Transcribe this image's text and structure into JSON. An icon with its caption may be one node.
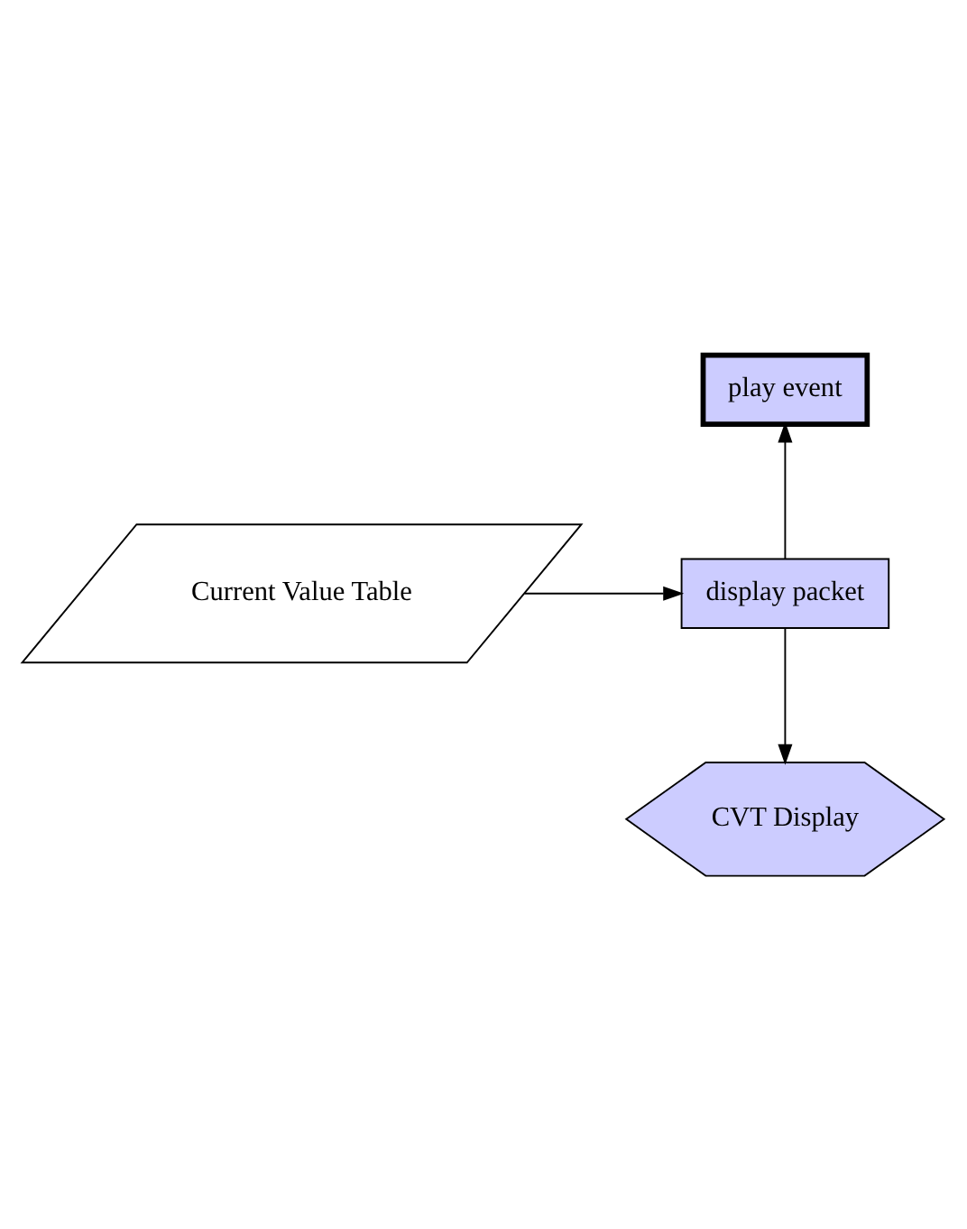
{
  "diagram": {
    "nodes": [
      {
        "text": [
          "Current Value Table"
        ]
      },
      {
        "text": [
          "display packet"
        ]
      },
      {
        "text": [
          "play event"
        ]
      },
      {
        "text": [
          "CVT Display"
        ]
      }
    ],
    "edges": [
      {
        "from": 0,
        "to": 1,
        "arrow": "to"
      },
      {
        "from": 1,
        "to": 2,
        "arrow": "to"
      },
      {
        "from": 1,
        "to": 3,
        "arrow": "to"
      }
    ]
  }
}
